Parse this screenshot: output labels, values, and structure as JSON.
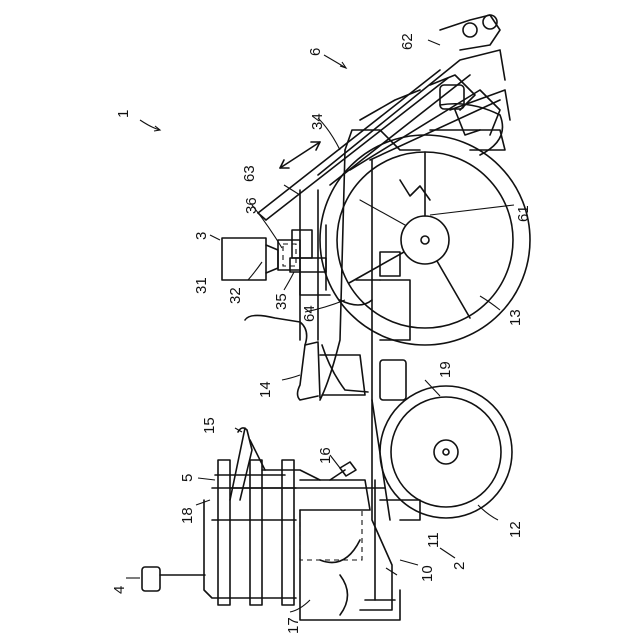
{
  "figure": {
    "labels": {
      "l1": "1",
      "l2": "2",
      "l3": "3",
      "l4": "4",
      "l5": "5",
      "l6": "6",
      "l10": "10",
      "l11": "11",
      "l12": "12",
      "l13": "13",
      "l14": "14",
      "l15": "15",
      "l16": "16",
      "l17": "17",
      "l18": "18",
      "l19": "19",
      "l31": "31",
      "l32": "32",
      "l34": "34",
      "l35": "35",
      "l36": "36",
      "l61": "61",
      "l62": "62",
      "l63": "63",
      "l64": "64"
    }
  }
}
